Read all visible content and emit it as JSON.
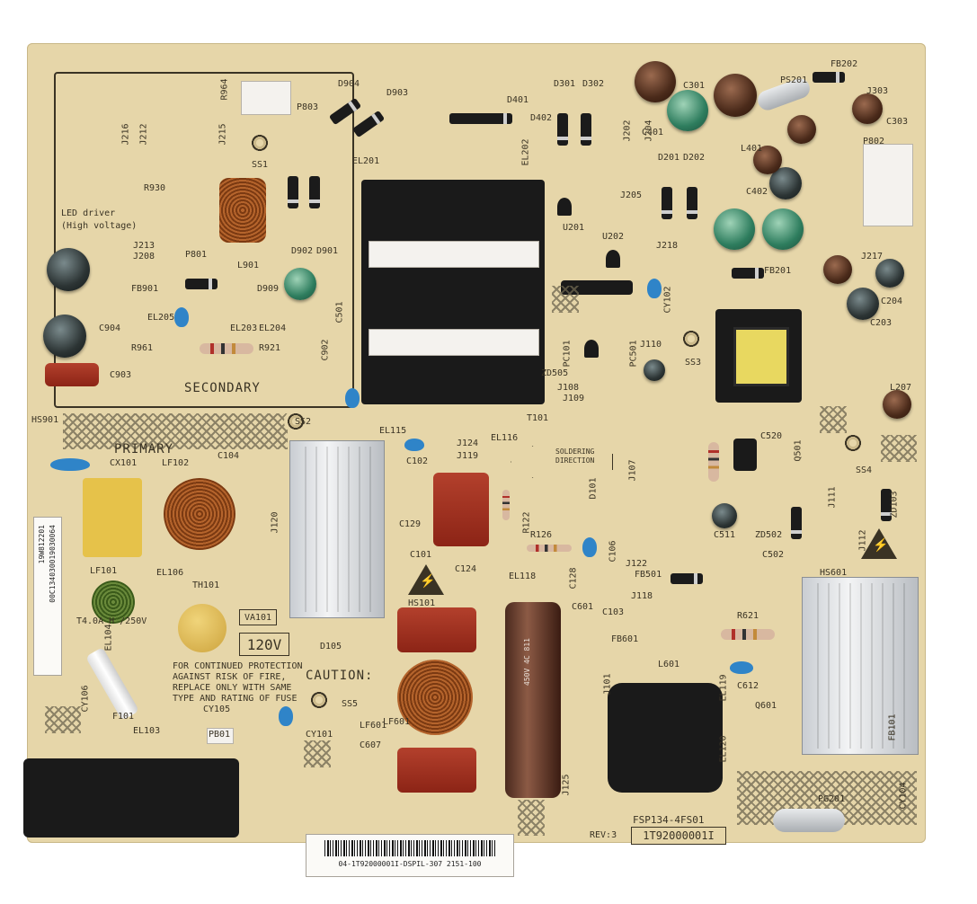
{
  "board": {
    "labels": {
      "led_driver": "LED driver",
      "high_voltage": "(High voltage)",
      "secondary": "SECONDARY",
      "primary": "PRIMARY",
      "fuse_rating": "T4.0A H /250V",
      "voltage": "120V",
      "caution": "CAUTION:",
      "warning_line1": "FOR CONTINUED PROTECTION",
      "warning_line2": "AGAINST RISK OF FIRE,",
      "warning_line3": "REPLACE ONLY WITH SAME",
      "warning_line4": "TYPE AND RATING OF FUSE",
      "soldering_direction": "SOLDERING\nDIRECTION",
      "model": "FSP134-4FS01",
      "part_number": "1T92000001I",
      "revision": "REV:3",
      "sticker_code": "04-1T92000001I-DSPIL-307 2151-100",
      "side_sticker_1": "19W812201",
      "side_sticker_2": "00C134030019030064",
      "hs901": "HS901",
      "hs101": "HS101",
      "hs601": "HS601",
      "ss1": "SS1",
      "ss2": "SS2",
      "ss3": "SS3",
      "ss4": "SS4",
      "ss5": "SS5",
      "t101": "T101",
      "lf101": "LF101",
      "lf102": "LF102",
      "lf601": "LF601",
      "cx101": "CX101",
      "c104": "C104",
      "c601": "C601",
      "c607": "C607",
      "cy101": "CY101",
      "cy105": "CY105",
      "cy106": "CY106",
      "va101": "VA101",
      "th101": "TH101",
      "f101": "F101",
      "pb01": "PB01",
      "l601": "L601",
      "q601": "Q601",
      "r621": "R621",
      "c612": "C612",
      "fb601": "FB601",
      "fb501": "FB501",
      "j118": "J118",
      "j122": "J122",
      "c502": "C502",
      "c511": "C511",
      "zd502": "ZD502",
      "c520": "C520",
      "p802": "P802",
      "fb201": "FB201",
      "fb202": "FB202",
      "l207": "L207",
      "c203": "C203",
      "pg201": "PG201",
      "fb101": "FB101",
      "c902": "C902",
      "c903": "C903",
      "c904": "C904",
      "fb901": "FB901",
      "r961": "R961",
      "r921": "R921",
      "el203": "EL203",
      "el204": "EL204",
      "el205": "EL205",
      "d909": "D909",
      "l901": "L901",
      "d902": "D902",
      "d901": "D901",
      "el201": "EL201",
      "el202": "EL202",
      "d401": "D401",
      "d402": "D402",
      "d301": "D301",
      "d302": "D302",
      "c301": "C301",
      "c401": "C401",
      "d201": "D201",
      "d202": "D202",
      "u201": "U201",
      "u202": "U202",
      "j205": "J205",
      "l401": "L401",
      "c402": "C402",
      "j110": "J110",
      "j108": "J108",
      "j109": "J109",
      "zd505": "ZD505",
      "j124": "J124",
      "j119": "J119",
      "el115": "EL115",
      "el116": "EL116",
      "c102": "C102",
      "c129": "C129",
      "r122": "R122",
      "r126": "R126",
      "c106": "C106",
      "c124": "C124",
      "c101": "C101",
      "el118": "EL118",
      "c128": "C128",
      "c103": "C103",
      "d105": "D105",
      "el103": "EL103",
      "el104": "EL104",
      "el106": "EL106",
      "j120": "J120",
      "j107": "J107",
      "d101": "D101",
      "j101": "J101",
      "j125": "J125",
      "el119": "EL119",
      "el120": "EL120",
      "cy104": "CY104",
      "cap_value": "450V 4C 811",
      "j111": "J111",
      "j112": "J112",
      "zd103": "ZD103",
      "p801": "P801",
      "p803": "P803",
      "d904": "D904",
      "d903": "D903",
      "r930": "R930",
      "j216": "J216",
      "j212": "J212",
      "j213": "J213",
      "j208": "J208",
      "j215": "J215",
      "r964": "R964",
      "c501": "C501",
      "j202": "J202",
      "j204": "J204",
      "j218": "J218",
      "j217": "J217",
      "c204": "C204",
      "c303": "C303",
      "j303": "J303",
      "ps201": "PS201",
      "q501": "Q501",
      "pc501": "PC501",
      "pc101": "PC101",
      "cy102": "CY102"
    }
  }
}
